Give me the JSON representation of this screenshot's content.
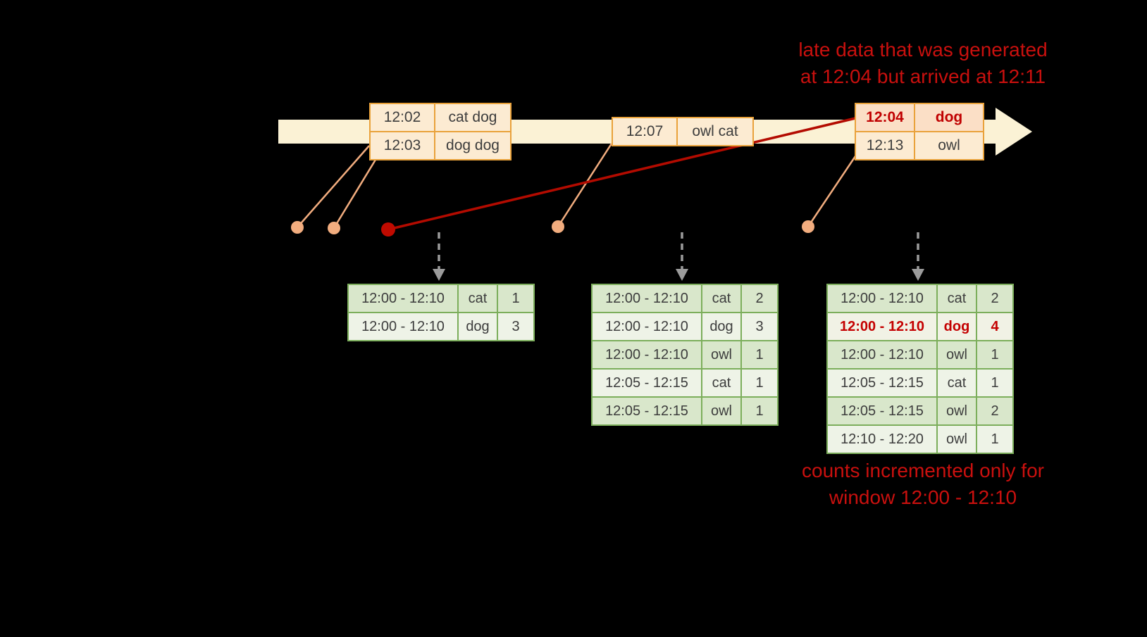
{
  "notes": {
    "late": {
      "line1": "late data that was generated",
      "line2": "at 12:04 but arrived at 12:11"
    },
    "counts": {
      "line1": "counts incremented only for",
      "line2": "window 12:00 - 12:10"
    }
  },
  "timeline": {
    "events": [
      {
        "rows": [
          {
            "time": "12:02",
            "words": "cat dog"
          },
          {
            "time": "12:03",
            "words": "dog dog"
          }
        ]
      },
      {
        "rows": [
          {
            "time": "12:07",
            "words": "owl cat"
          }
        ]
      },
      {
        "rows": [
          {
            "time": "12:04",
            "words": "dog"
          },
          {
            "time": "12:13",
            "words": "owl"
          }
        ]
      }
    ]
  },
  "results": {
    "tables": [
      {
        "rows": [
          {
            "window": "12:00 - 12:10",
            "word": "cat",
            "count": "1"
          },
          {
            "window": "12:00 - 12:10",
            "word": "dog",
            "count": "3"
          }
        ]
      },
      {
        "rows": [
          {
            "window": "12:00 - 12:10",
            "word": "cat",
            "count": "2"
          },
          {
            "window": "12:00 - 12:10",
            "word": "dog",
            "count": "3"
          },
          {
            "window": "12:00 - 12:10",
            "word": "owl",
            "count": "1"
          },
          {
            "window": "12:05 - 12:15",
            "word": "cat",
            "count": "1"
          },
          {
            "window": "12:05 - 12:15",
            "word": "owl",
            "count": "1"
          }
        ]
      },
      {
        "rows": [
          {
            "window": "12:00 - 12:10",
            "word": "cat",
            "count": "2"
          },
          {
            "window": "12:00 - 12:10",
            "word": "dog",
            "count": "4"
          },
          {
            "window": "12:00 - 12:10",
            "word": "owl",
            "count": "1"
          },
          {
            "window": "12:05 - 12:15",
            "word": "cat",
            "count": "1"
          },
          {
            "window": "12:05 - 12:15",
            "word": "owl",
            "count": "2"
          },
          {
            "window": "12:10 - 12:20",
            "word": "owl",
            "count": "1"
          }
        ]
      }
    ]
  },
  "colors": {
    "background": "#000000",
    "annotation_red": "#c9100e",
    "late_highlight_red": "#c00000",
    "event_border_orange": "#e9a23b",
    "event_fill": "#fcebd2",
    "late_event_fill": "#fbdfc6",
    "timeline_fill": "#fbf2d5",
    "dot_peach": "#f2ad7f",
    "late_dot_red": "#bf0a00",
    "result_border_green": "#7cae5b",
    "result_fill_dark": "#d9e7cb",
    "result_fill_light": "#eef3e7",
    "trigger_arrow_gray": "#9b9b9b"
  }
}
